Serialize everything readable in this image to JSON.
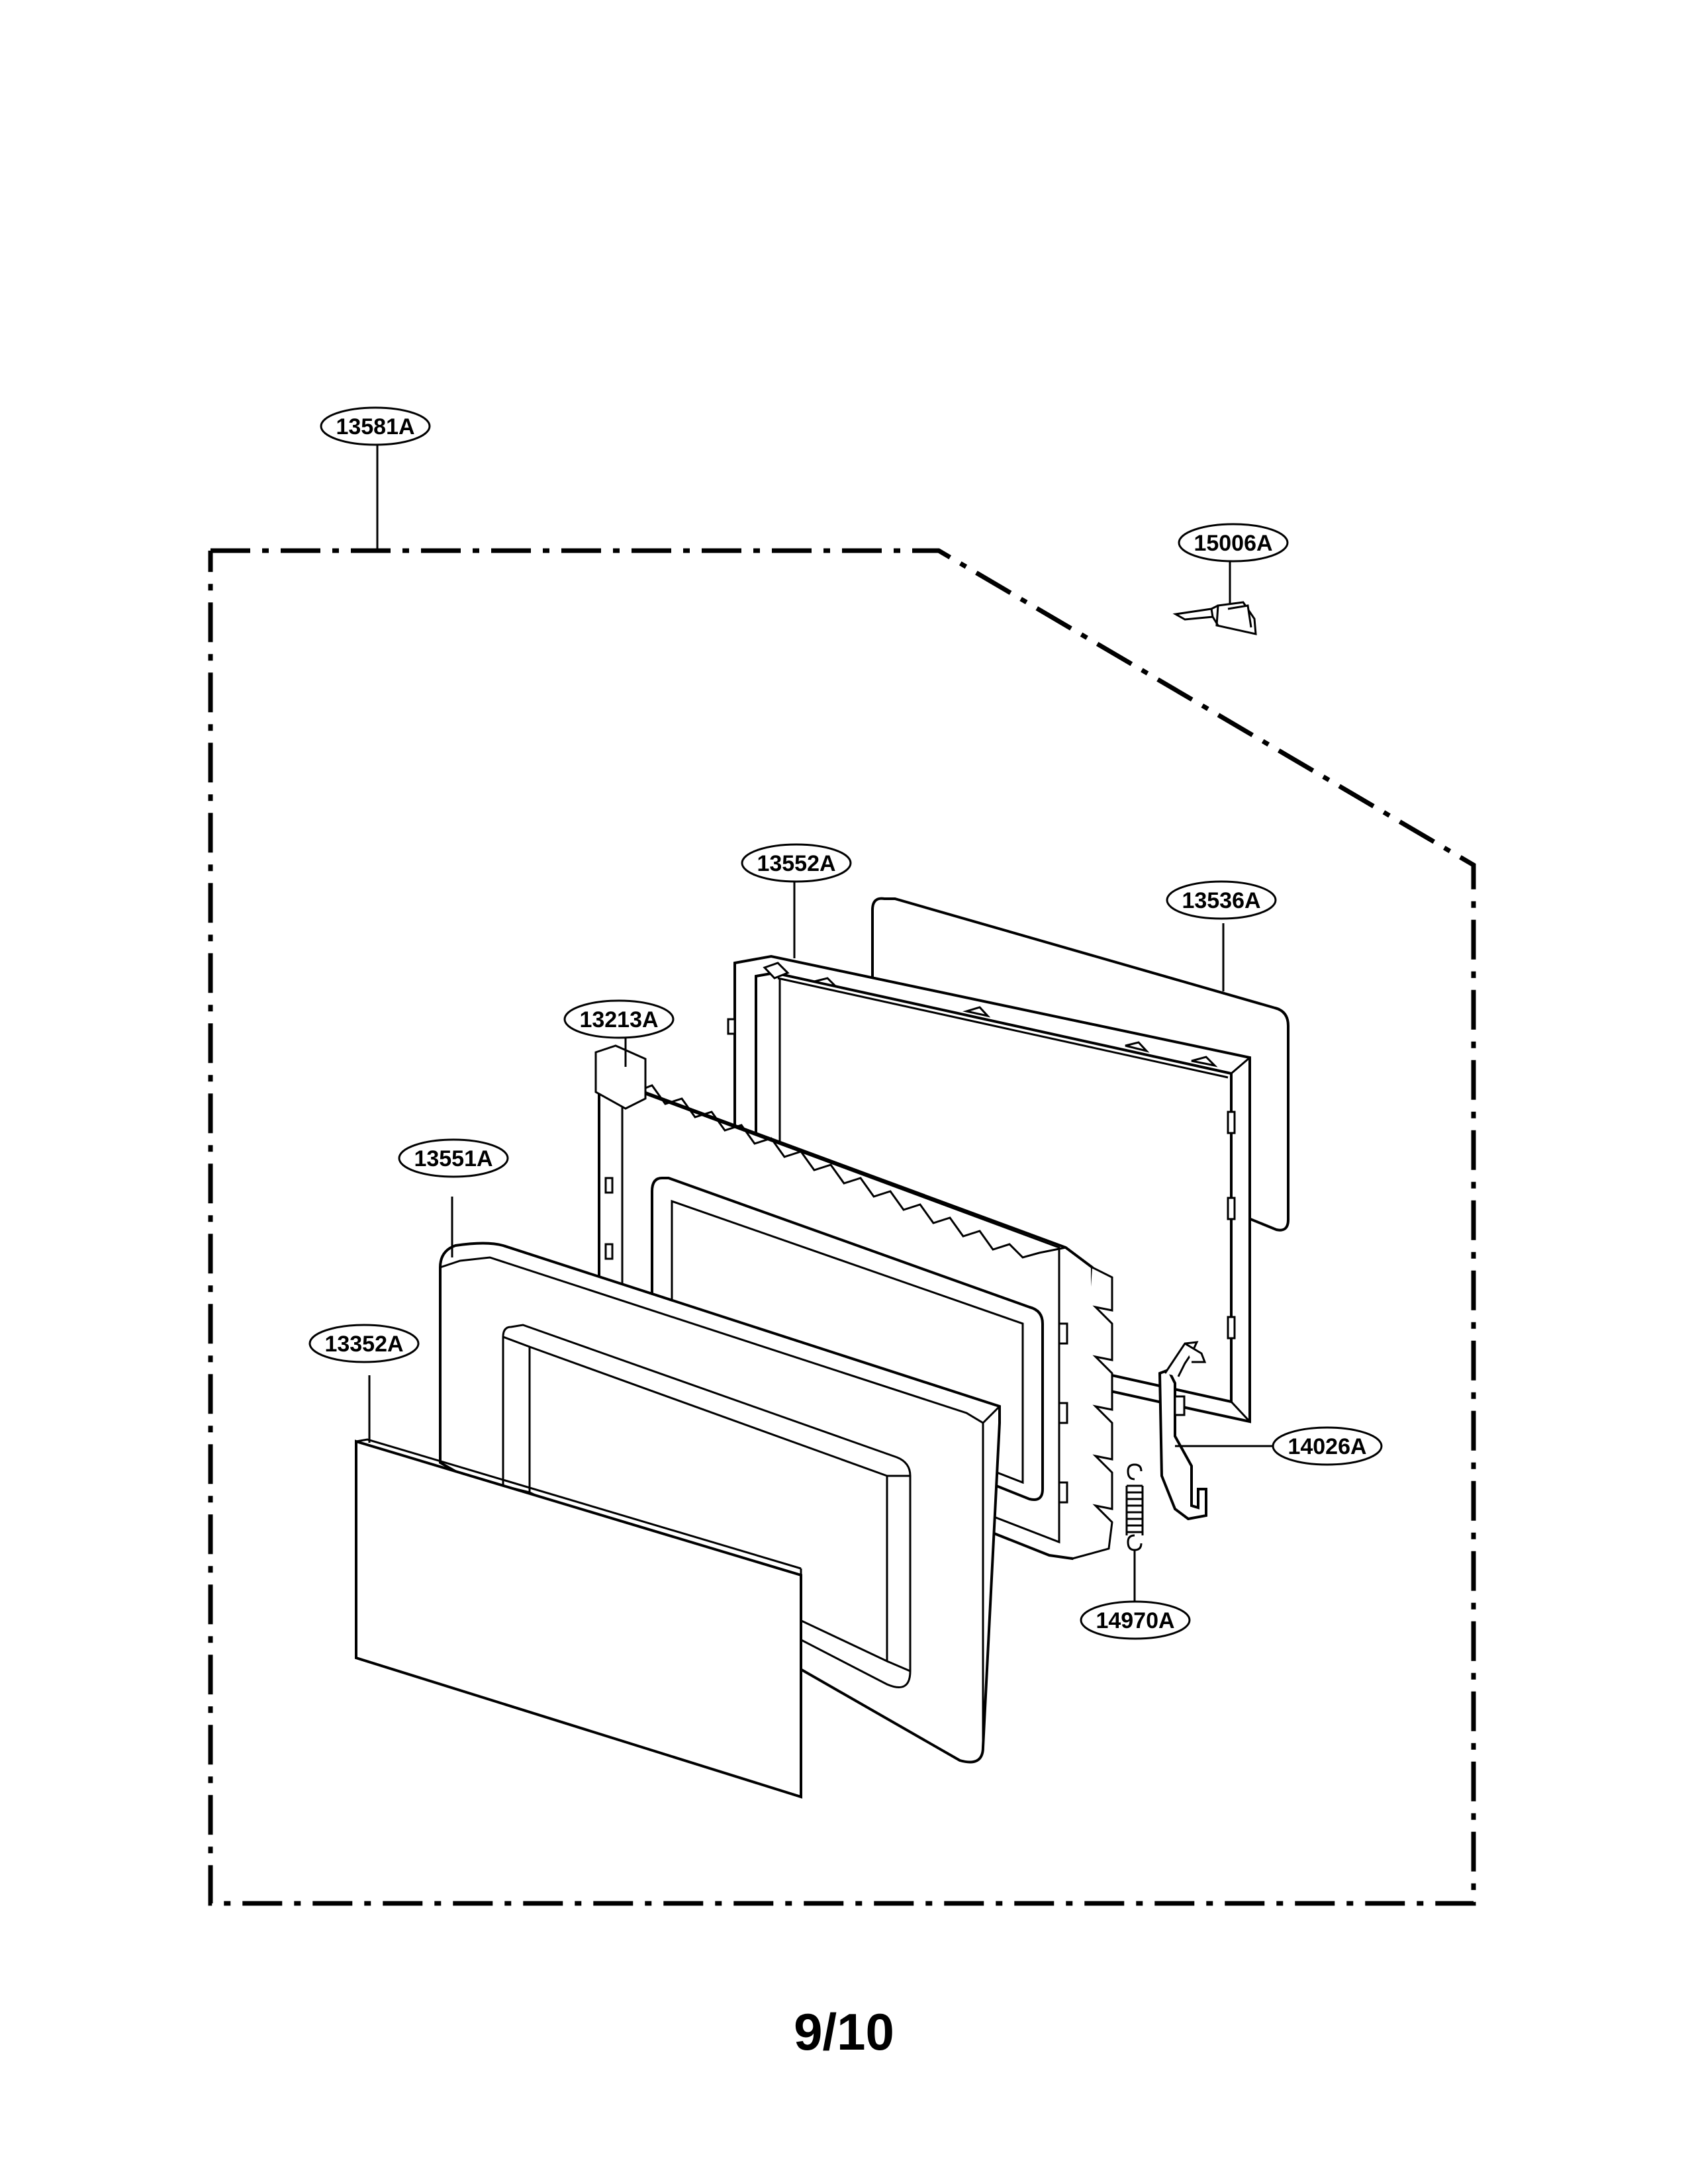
{
  "callouts": {
    "assembly": "13581A",
    "hook_latch": "15006A",
    "frame": "13552A",
    "panel_back": "13536A",
    "door_frame": "13213A",
    "door_cover": "13551A",
    "front_panel": "13352A",
    "latch_lever": "14026A",
    "spring": "14970A"
  },
  "page_number": "9/10"
}
